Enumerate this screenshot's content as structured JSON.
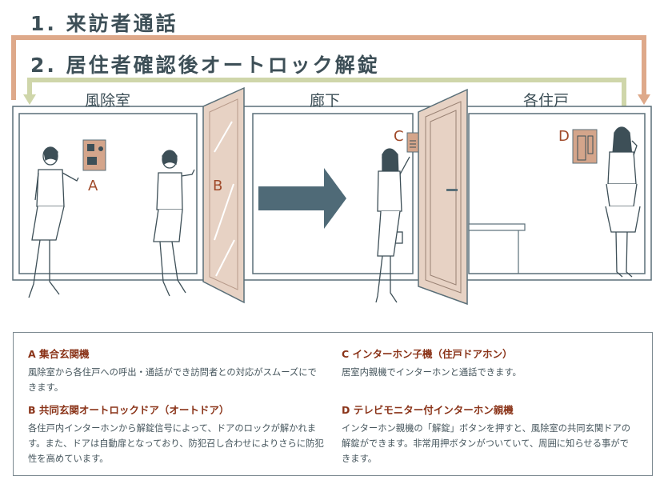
{
  "steps": {
    "step1": "1. 来訪者通話",
    "step2": "2. 居住者確認後オートロック解錠"
  },
  "rooms": {
    "vestibule": "風除室",
    "corridor": "廊下",
    "dwelling": "各住戸"
  },
  "markers": {
    "a": "A",
    "b": "B",
    "c": "C",
    "d": "D"
  },
  "colors": {
    "arrow1": "#dea98a",
    "arrow2": "#cfd6aa",
    "wall": "#5a6f78",
    "door": "#e7d2c4",
    "device": "#d4a58b",
    "bigArrow": "#4f6a77",
    "label": "#a04a2a"
  },
  "legend": {
    "a": {
      "title": "A 集合玄関機",
      "text": "風除室から各住戸への呼出・通話ができ訪問者との対応がスムーズにできます。"
    },
    "b": {
      "title": "B 共同玄関オートロックドア（オートドア）",
      "text": "各住戸内インターホンから解錠信号によって、ドアのロックが解かれます。また、ドアは自動扉となっており、防犯召し合わせによりさらに防犯性を高めています。"
    },
    "c": {
      "title": "C インターホン子機（住戸ドアホン）",
      "text": "居室内親機でインターホンと通話できます。"
    },
    "d": {
      "title": "D テレビモニター付インターホン親機",
      "text": "インターホン親機の「解錠」ボタンを押すと、風除室の共同玄関ドアの解錠ができます。非常用押ボタンがついていて、周囲に知らせる事ができます。"
    }
  }
}
